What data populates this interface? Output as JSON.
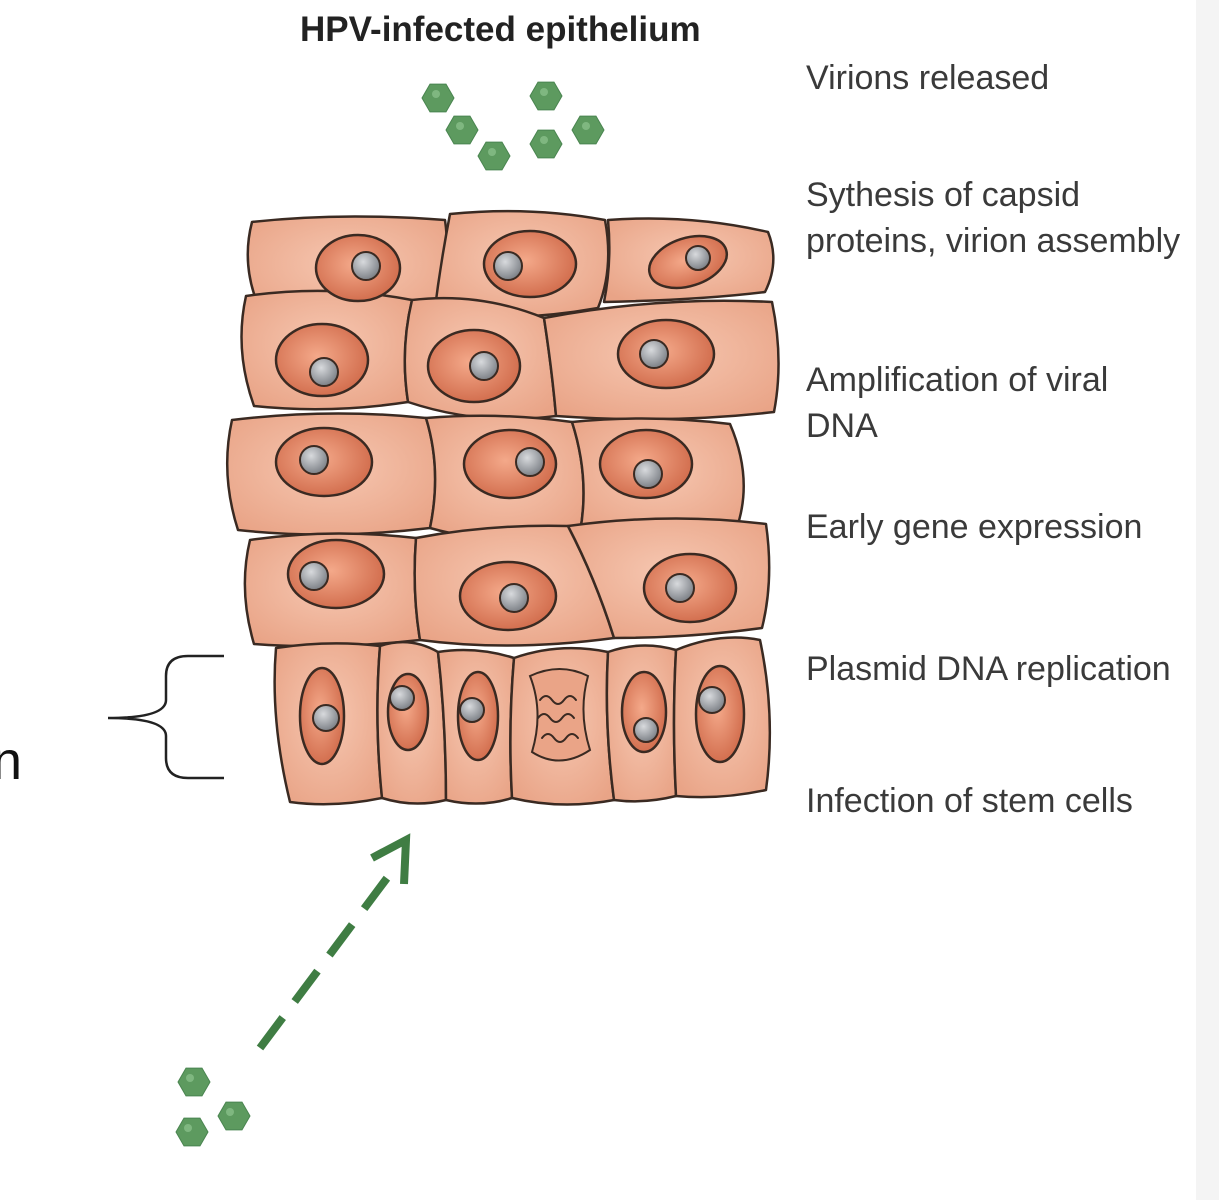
{
  "title": "HPV-infected epithelium",
  "stages": {
    "virions_released": "Virions released",
    "capsid_synthesis": "Sythesis of capsid proteins, virion assembly",
    "amplification": "Amplification of viral DNA",
    "early_gene": "Early gene expression",
    "plasmid_replication": "Plasmid DNA replication",
    "infection": "Infection of stem cells"
  },
  "cut_off_letter": "n",
  "colors": {
    "cell_fill": "#f0b196",
    "cell_stroke": "#3a2a22",
    "nucleus_fill": "#d9704f",
    "nucleolus_fill": "#9a9ea4",
    "virion_fill": "#5d9a5f",
    "arrow_color": "#3f7d43"
  }
}
